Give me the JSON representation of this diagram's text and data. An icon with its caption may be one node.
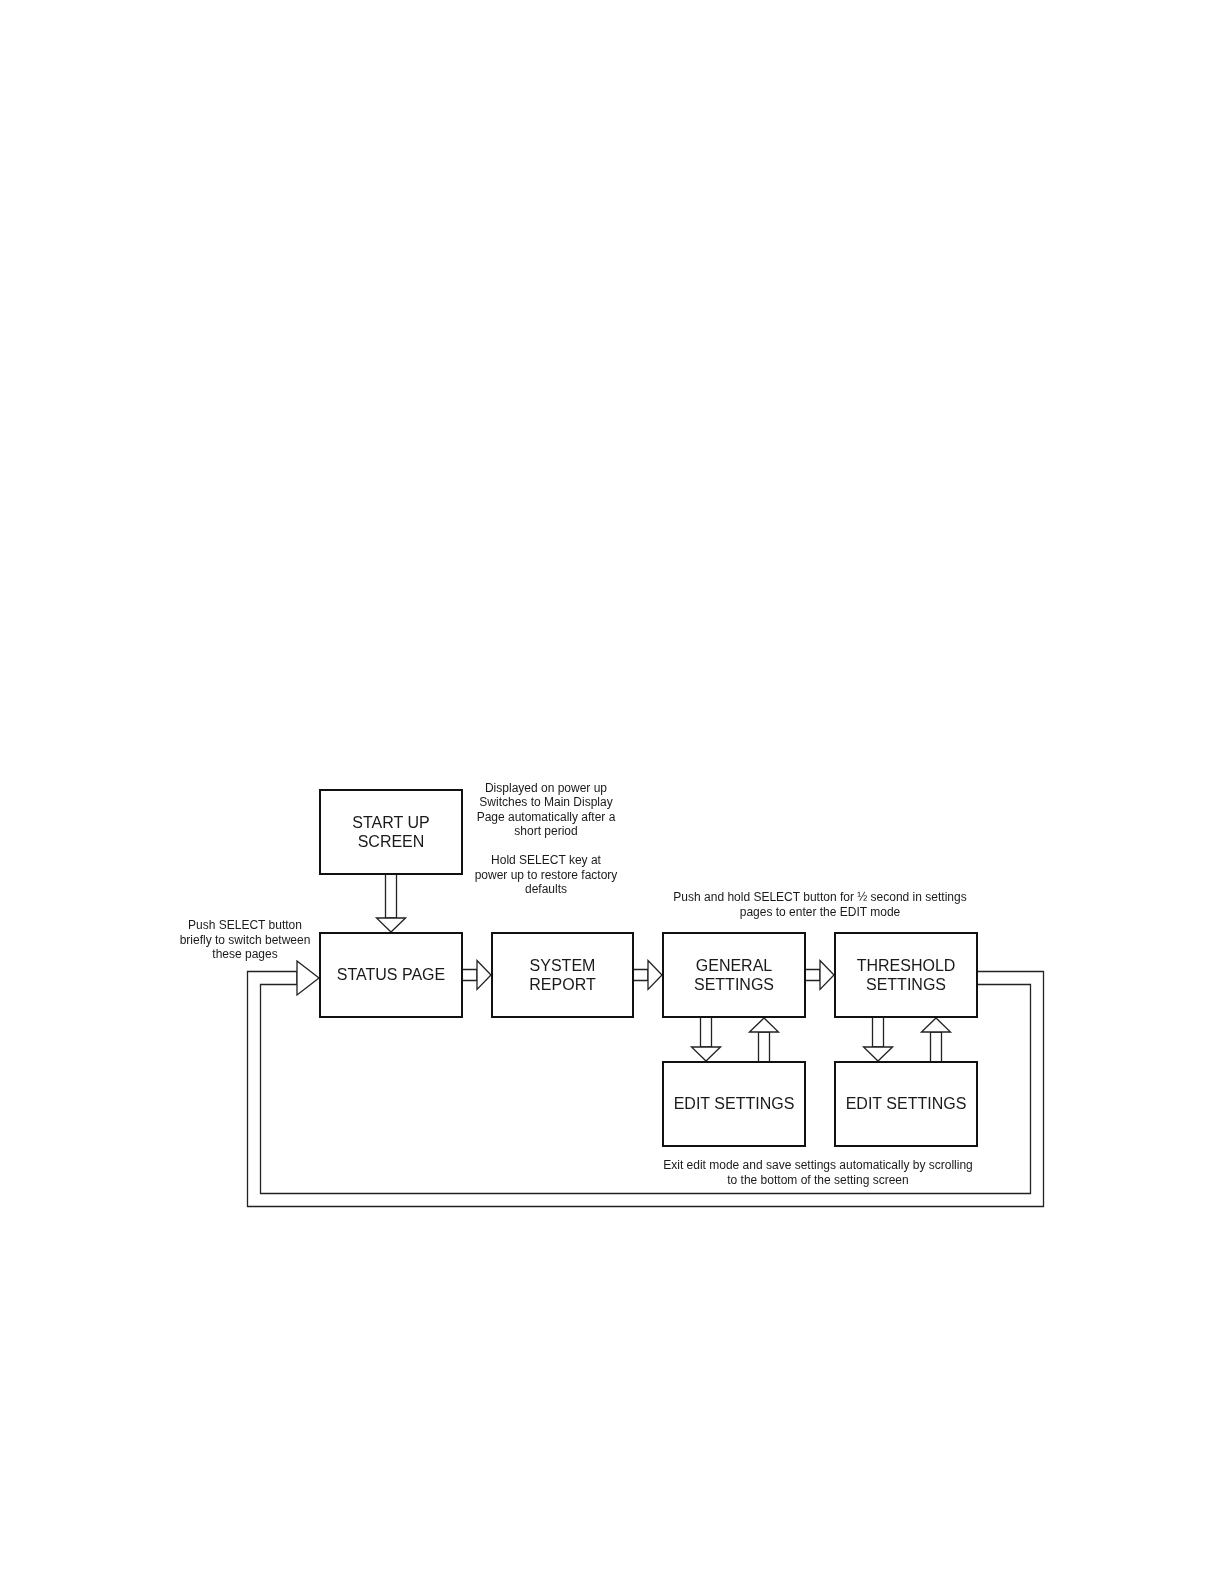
{
  "diagram": {
    "nodes": [
      {
        "text": [
          "START UP SCREEN"
        ]
      },
      {
        "text": [
          "STATUS PAGE"
        ]
      },
      {
        "text": [
          "SYSTEM REPORT"
        ]
      },
      {
        "text": [
          "GENERAL SETTINGS"
        ]
      },
      {
        "text": [
          "THRESHOLD SETTINGS"
        ]
      },
      {
        "text": [
          "EDIT SETTINGS"
        ]
      },
      {
        "text": [
          "EDIT SETTINGS"
        ]
      }
    ],
    "edges": [
      {
        "from": 0,
        "to": 1,
        "arrow": "to"
      },
      {
        "from": 1,
        "to": 2,
        "arrow": "to"
      },
      {
        "from": 2,
        "to": 3,
        "arrow": "to"
      },
      {
        "from": 3,
        "to": 4,
        "arrow": "to"
      },
      {
        "from": 3,
        "to": 5,
        "arrow": "to"
      },
      {
        "from": 5,
        "to": 3,
        "arrow": "to"
      },
      {
        "from": 4,
        "to": 6,
        "arrow": "to"
      },
      {
        "from": 6,
        "to": 4,
        "arrow": "to"
      },
      {
        "from": 4,
        "to": 1,
        "arrow": "to"
      }
    ],
    "labels": [
      "Displayed on power up",
      "Switches to Main Display Page automatically after a short period",
      "Hold SELECT key at power up to restore factory defaults",
      "Push and hold SELECT button for ½ second in settings pages to enter the EDIT mode",
      "Push SELECT button briefly to switch between these pages",
      "Exit edit mode and save settings automatically by scrolling to the bottom of the setting screen"
    ]
  }
}
